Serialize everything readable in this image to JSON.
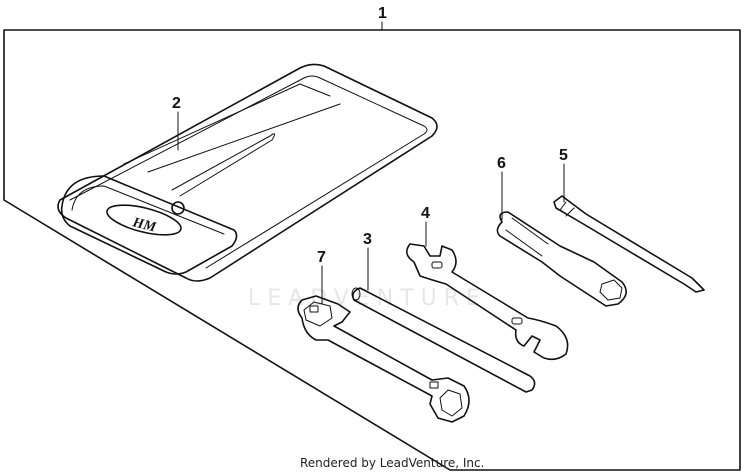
{
  "callouts": {
    "kit": "1",
    "tool_case": "2",
    "rod": "3",
    "open_wrench": "4",
    "screwdriver_bit": "5",
    "screwdriver_grip": "6",
    "plug_wrench": "7"
  },
  "case_logo": "HM",
  "watermark": "LEADVENTURE",
  "footer": "Rendered by LeadVenture, Inc."
}
